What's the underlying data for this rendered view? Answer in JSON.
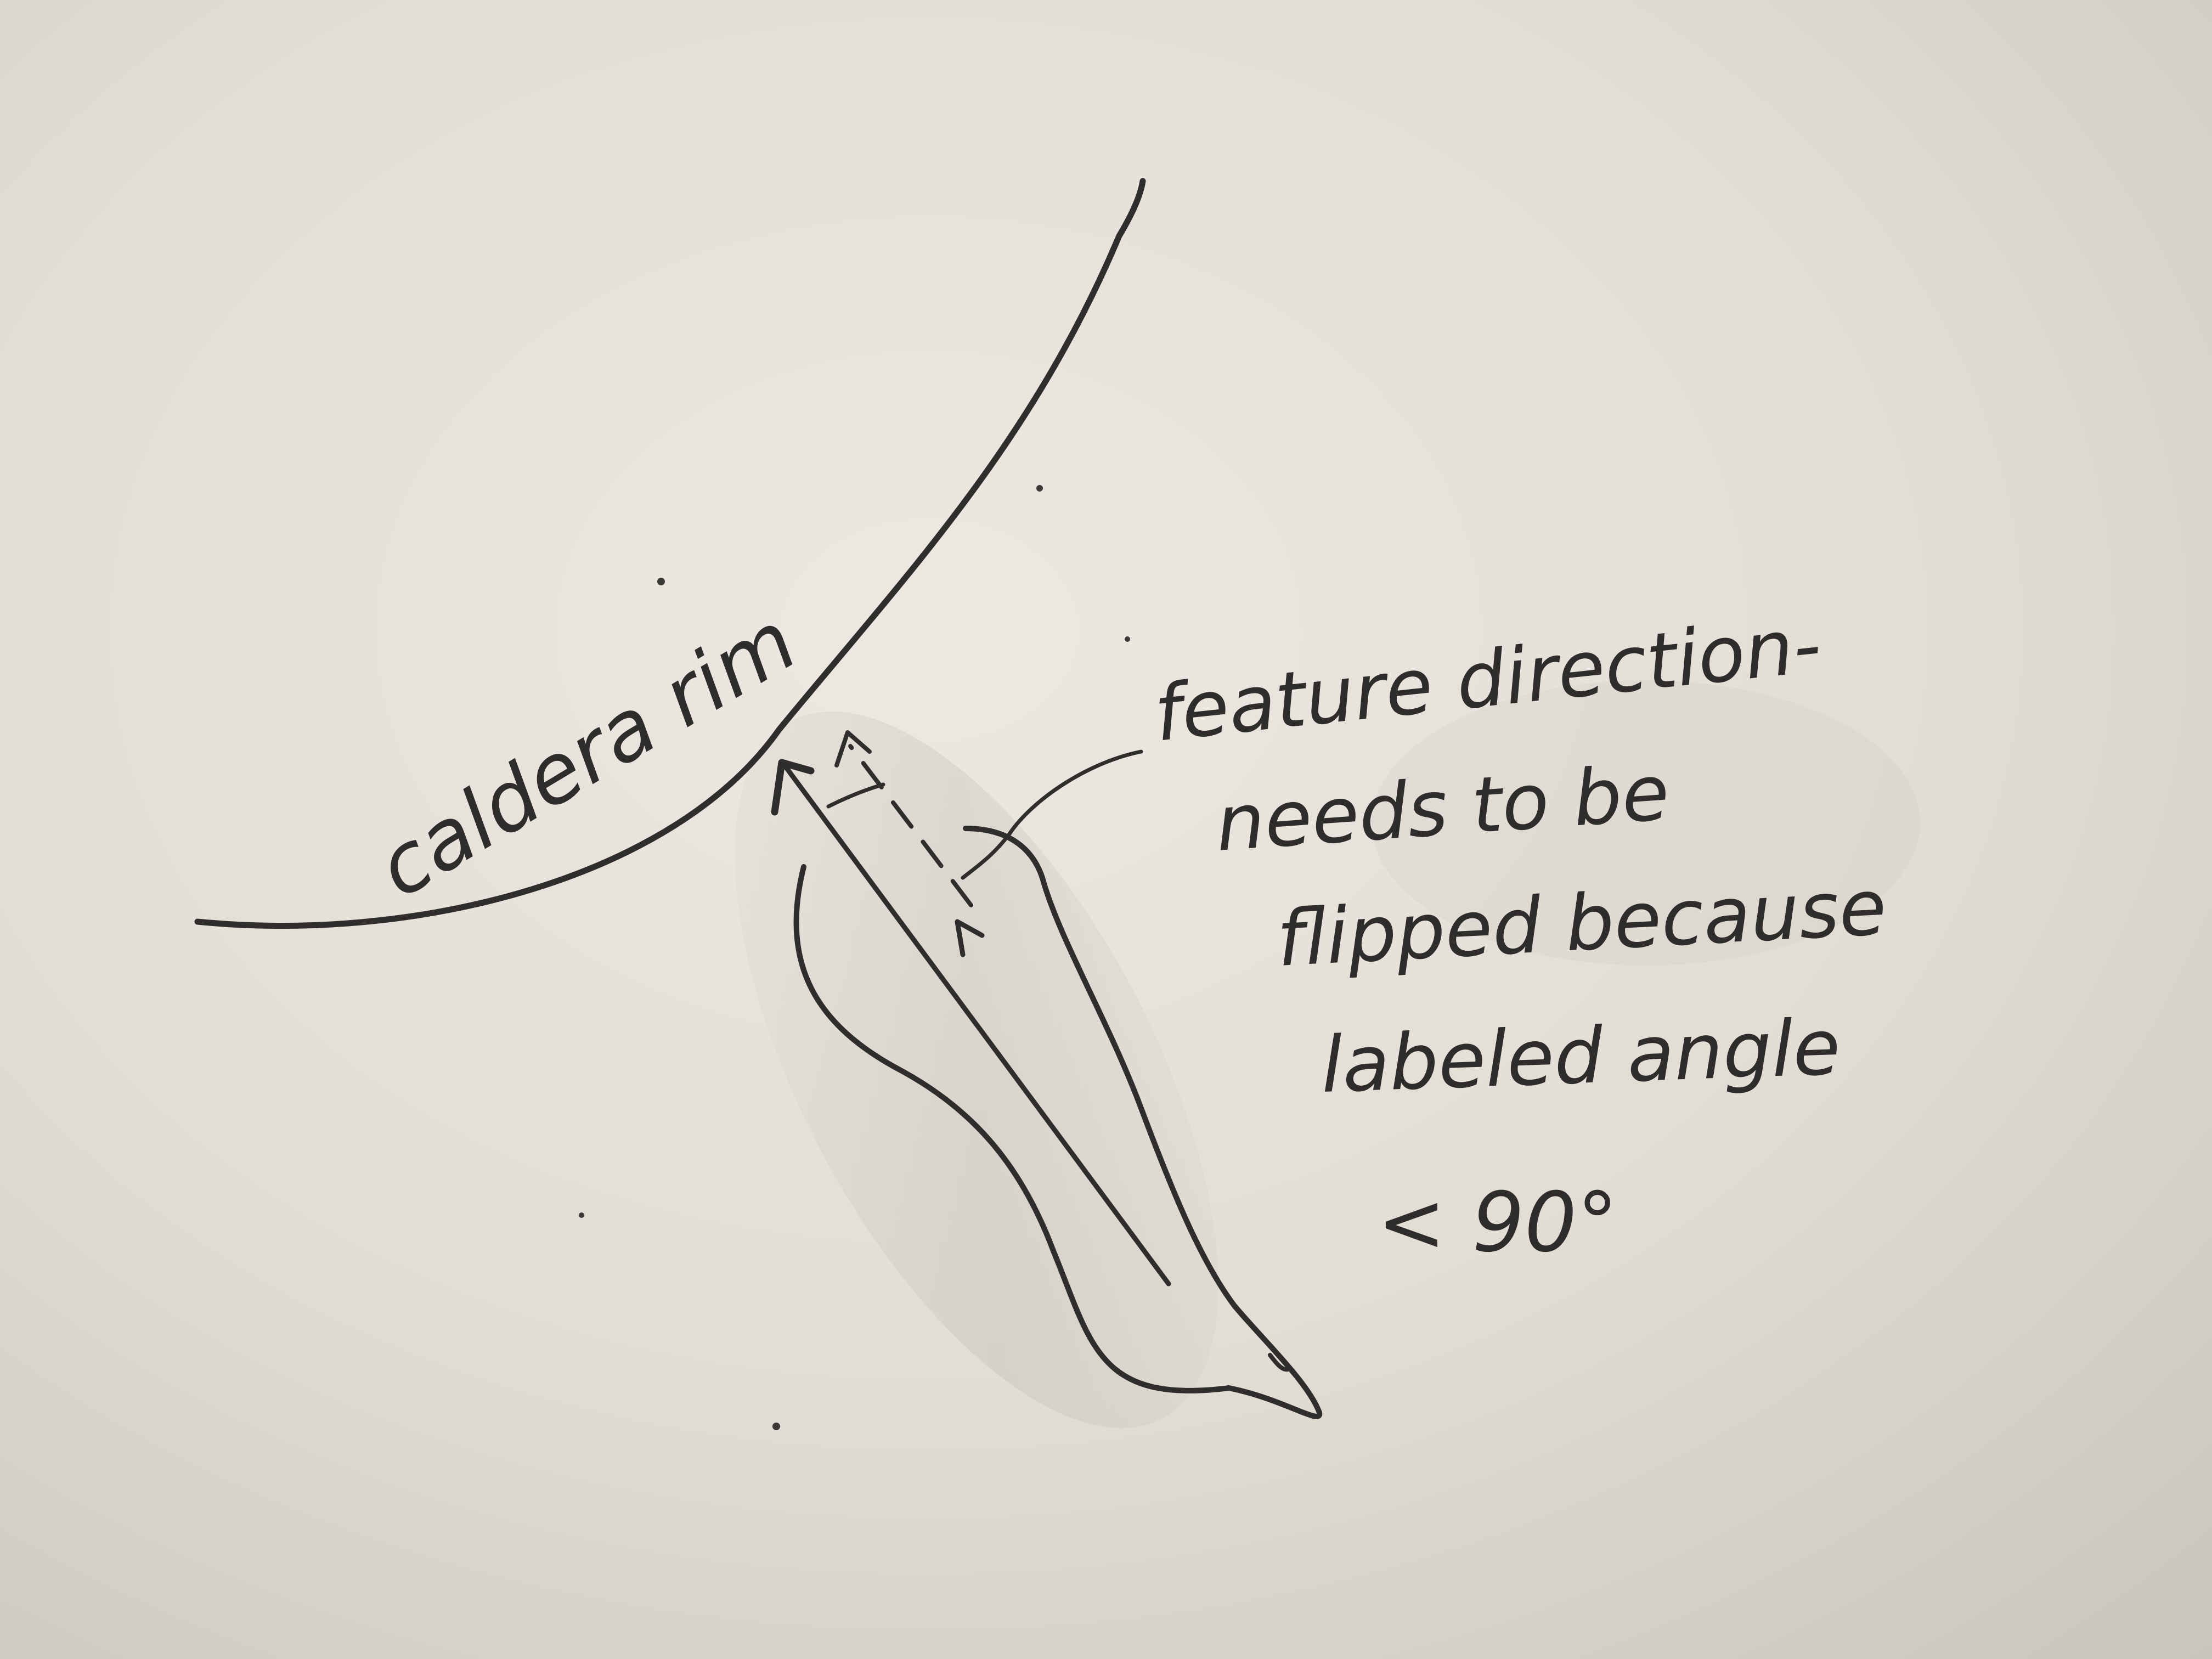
{
  "sketch": {
    "rim_label": "caldera rim",
    "note_lines": [
      "feature direction-",
      "needs to be",
      "flipped  because",
      "labeled angle",
      "< 90°"
    ]
  },
  "colors": {
    "paper_light": "#ece9e2",
    "paper_dark": "#cbc7be",
    "pencil": "#2f2e2c"
  }
}
